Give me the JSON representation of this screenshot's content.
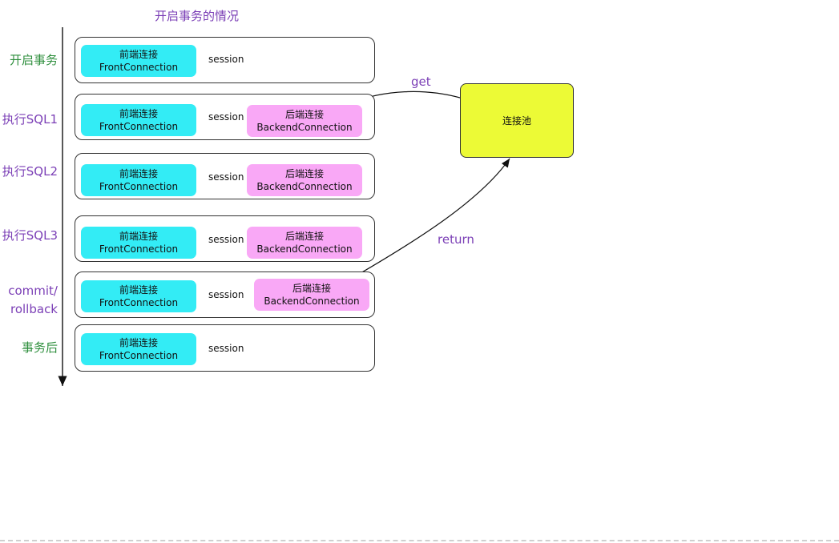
{
  "title": "开启事务的情况",
  "steps": {
    "begin": "开启事务",
    "sql1": "执行SQL1",
    "sql2": "执行SQL2",
    "sql3": "执行SQL3",
    "commit_line1": "commit/",
    "commit_line2": "rollback",
    "after": "事务后"
  },
  "front": {
    "cn": "前端连接",
    "en": "FrontConnection"
  },
  "back": {
    "cn": "后端连接",
    "en": "BackendConnection"
  },
  "session": "session",
  "pool": "连接池",
  "arrows": {
    "get": "get",
    "return": "return"
  },
  "colors": {
    "front": "#33ecf5",
    "back": "#f9a8f6",
    "pool": "#ecfa36",
    "purple_text": "#7b3fb6",
    "green_text": "#2f8f3e"
  }
}
